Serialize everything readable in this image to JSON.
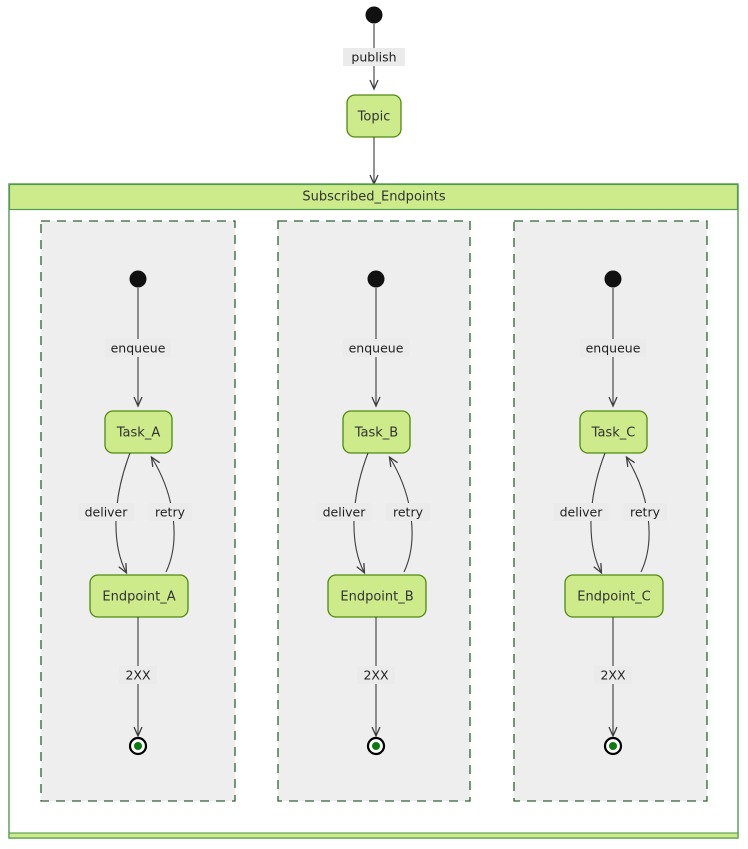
{
  "diagram": {
    "type": "uml-activity-diagram",
    "title_node": "Topic",
    "start_label": "publish",
    "partition": {
      "name": "Subscribed_Endpoints",
      "header_fill": "#cdeb8b",
      "header_border": "#4f9a4f",
      "body_fill": "#ffffff"
    },
    "palette": {
      "node_fill": "#cdeb8b",
      "node_border": "#4f8a10",
      "lane_fill": "#eeeeee",
      "lane_border": "#2d6137",
      "edge_stroke": "#3d3d3d",
      "label_bg": "#ebebeb",
      "end_ring": "#000000",
      "end_core": "#0c7a0c",
      "text": "#333333"
    },
    "lanes": [
      {
        "id": "lane-a",
        "start_node": "start-circle",
        "enqueue_label": "enqueue",
        "task": "Task_A",
        "deliver_label": "deliver",
        "retry_label": "retry",
        "endpoint": "Endpoint_A",
        "result_label": "2XX",
        "end_node": "end-circle"
      },
      {
        "id": "lane-b",
        "start_node": "start-circle",
        "enqueue_label": "enqueue",
        "task": "Task_B",
        "deliver_label": "deliver",
        "retry_label": "retry",
        "endpoint": "Endpoint_B",
        "result_label": "2XX",
        "end_node": "end-circle"
      },
      {
        "id": "lane-c",
        "start_node": "start-circle",
        "enqueue_label": "enqueue",
        "task": "Task_C",
        "deliver_label": "deliver",
        "retry_label": "retry",
        "endpoint": "Endpoint_C",
        "result_label": "2XX",
        "end_node": "end-circle"
      }
    ]
  }
}
